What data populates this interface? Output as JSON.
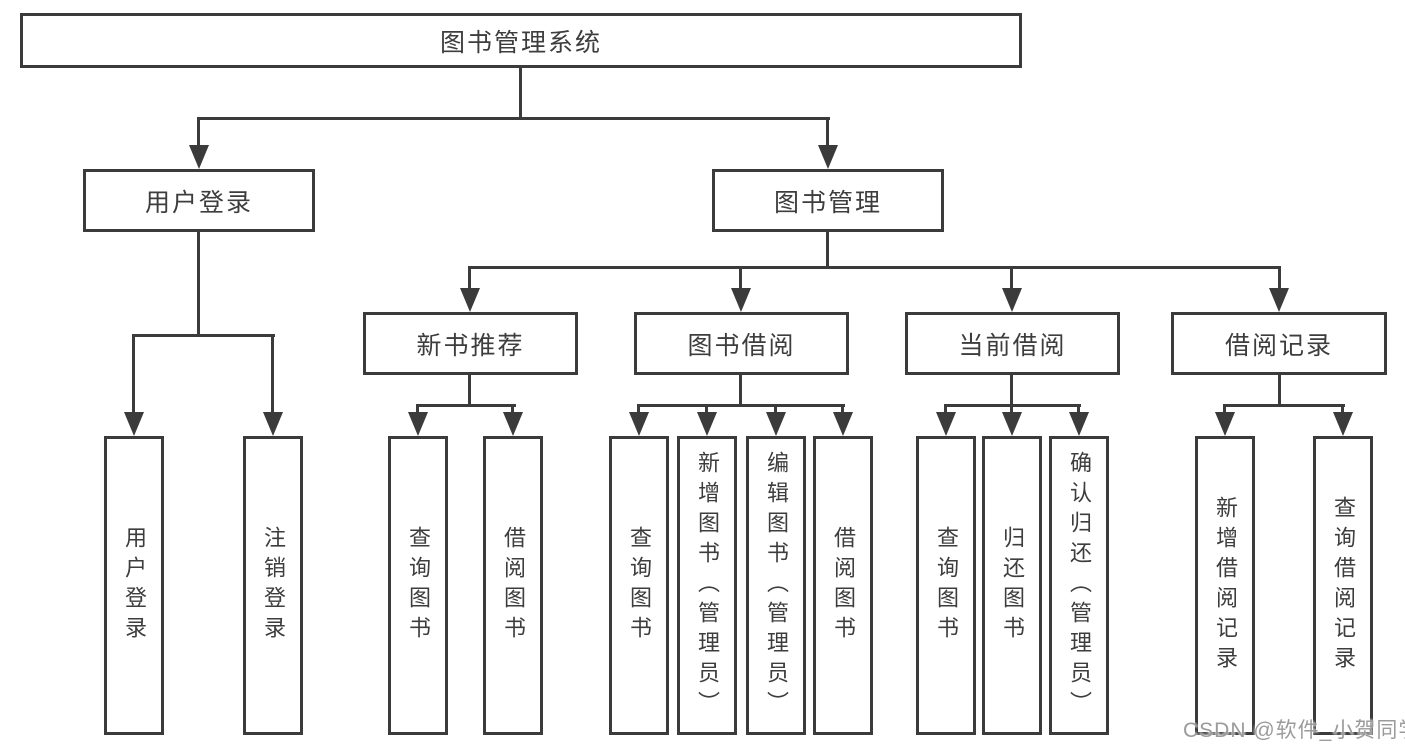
{
  "colors": {
    "box_border": "#3b3b3b",
    "connector_line": "#3b3b3b",
    "text": "#3d3d3d",
    "watermark": "#9b9b9b",
    "background": "#ffffff"
  },
  "nodes": {
    "root": "图书管理系统",
    "level2": [
      "用户登录",
      "图书管理"
    ],
    "level3": [
      "新书推荐",
      "图书借阅",
      "当前借阅",
      "借阅记录"
    ],
    "leaves_login": [
      "用户登录",
      "注销登录"
    ],
    "leaves_recommend": [
      "查询图书",
      "借阅图书"
    ],
    "leaves_borrow": [
      "查询图书",
      "新增图书（管理员）",
      "编辑图书（管理员）",
      "借阅图书"
    ],
    "leaves_current": [
      "查询图书",
      "归还图书",
      "确认归还（管理员）"
    ],
    "leaves_records": [
      "新增借阅记录",
      "查询借阅记录"
    ]
  },
  "watermark": {
    "text": "CSDN @软件_小贺同学"
  }
}
